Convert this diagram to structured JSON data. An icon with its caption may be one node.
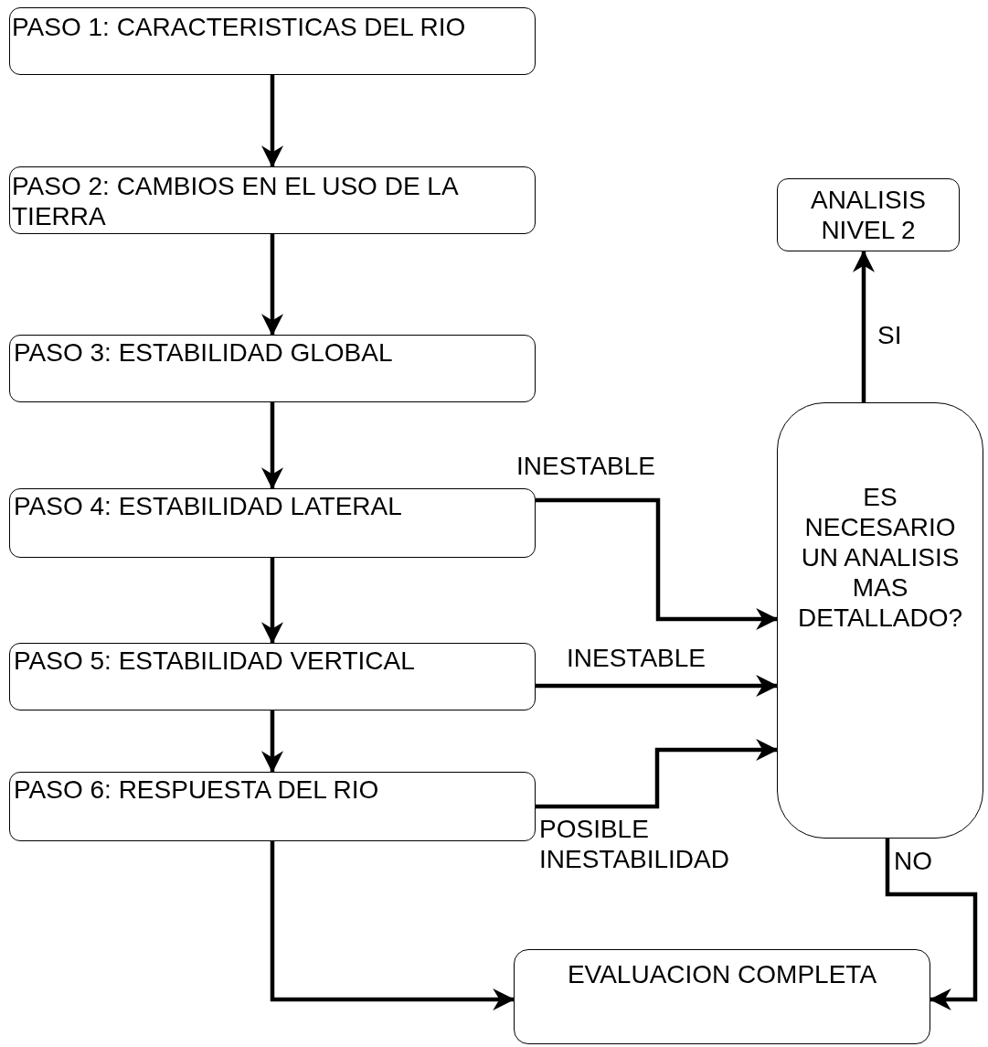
{
  "diagram": {
    "nodes": [
      {
        "text": [
          "PASO 1: CARACTERISTICAS DEL RIO"
        ]
      },
      {
        "text": [
          "PASO 2: CAMBIOS EN EL USO DE LA TIERRA"
        ]
      },
      {
        "text": [
          "PASO 3: ESTABILIDAD GLOBAL"
        ]
      },
      {
        "text": [
          "PASO 4: ESTABILIDAD LATERAL"
        ]
      },
      {
        "text": [
          "PASO 5: ESTABILIDAD VERTICAL"
        ]
      },
      {
        "text": [
          "PASO 6: RESPUESTA DEL RIO"
        ]
      },
      {
        "text": [
          "ANALISIS NIVEL 2"
        ]
      },
      {
        "text": [
          "ES NECESARIO UN ANALISIS MAS DETALLADO?"
        ]
      },
      {
        "text": [
          "EVALUACION COMPLETA"
        ]
      }
    ],
    "edges": [
      {
        "from": 0,
        "to": 1,
        "arrow": "to"
      },
      {
        "from": 1,
        "to": 2,
        "arrow": "to"
      },
      {
        "from": 2,
        "to": 3,
        "arrow": "to"
      },
      {
        "from": 3,
        "to": 4,
        "arrow": "to"
      },
      {
        "from": 4,
        "to": 5,
        "arrow": "to"
      },
      {
        "from": 3,
        "to": 7,
        "arrow": "to",
        "label": "INESTABLE"
      },
      {
        "from": 4,
        "to": 7,
        "arrow": "to",
        "label": "INESTABLE"
      },
      {
        "from": 5,
        "to": 7,
        "arrow": "to",
        "label": "POSIBLE INESTABILIDAD"
      },
      {
        "from": 7,
        "to": 6,
        "arrow": "to",
        "label": "SI"
      },
      {
        "from": 7,
        "to": 8,
        "arrow": "to",
        "label": "NO"
      },
      {
        "from": 5,
        "to": 8,
        "arrow": "to"
      }
    ]
  }
}
